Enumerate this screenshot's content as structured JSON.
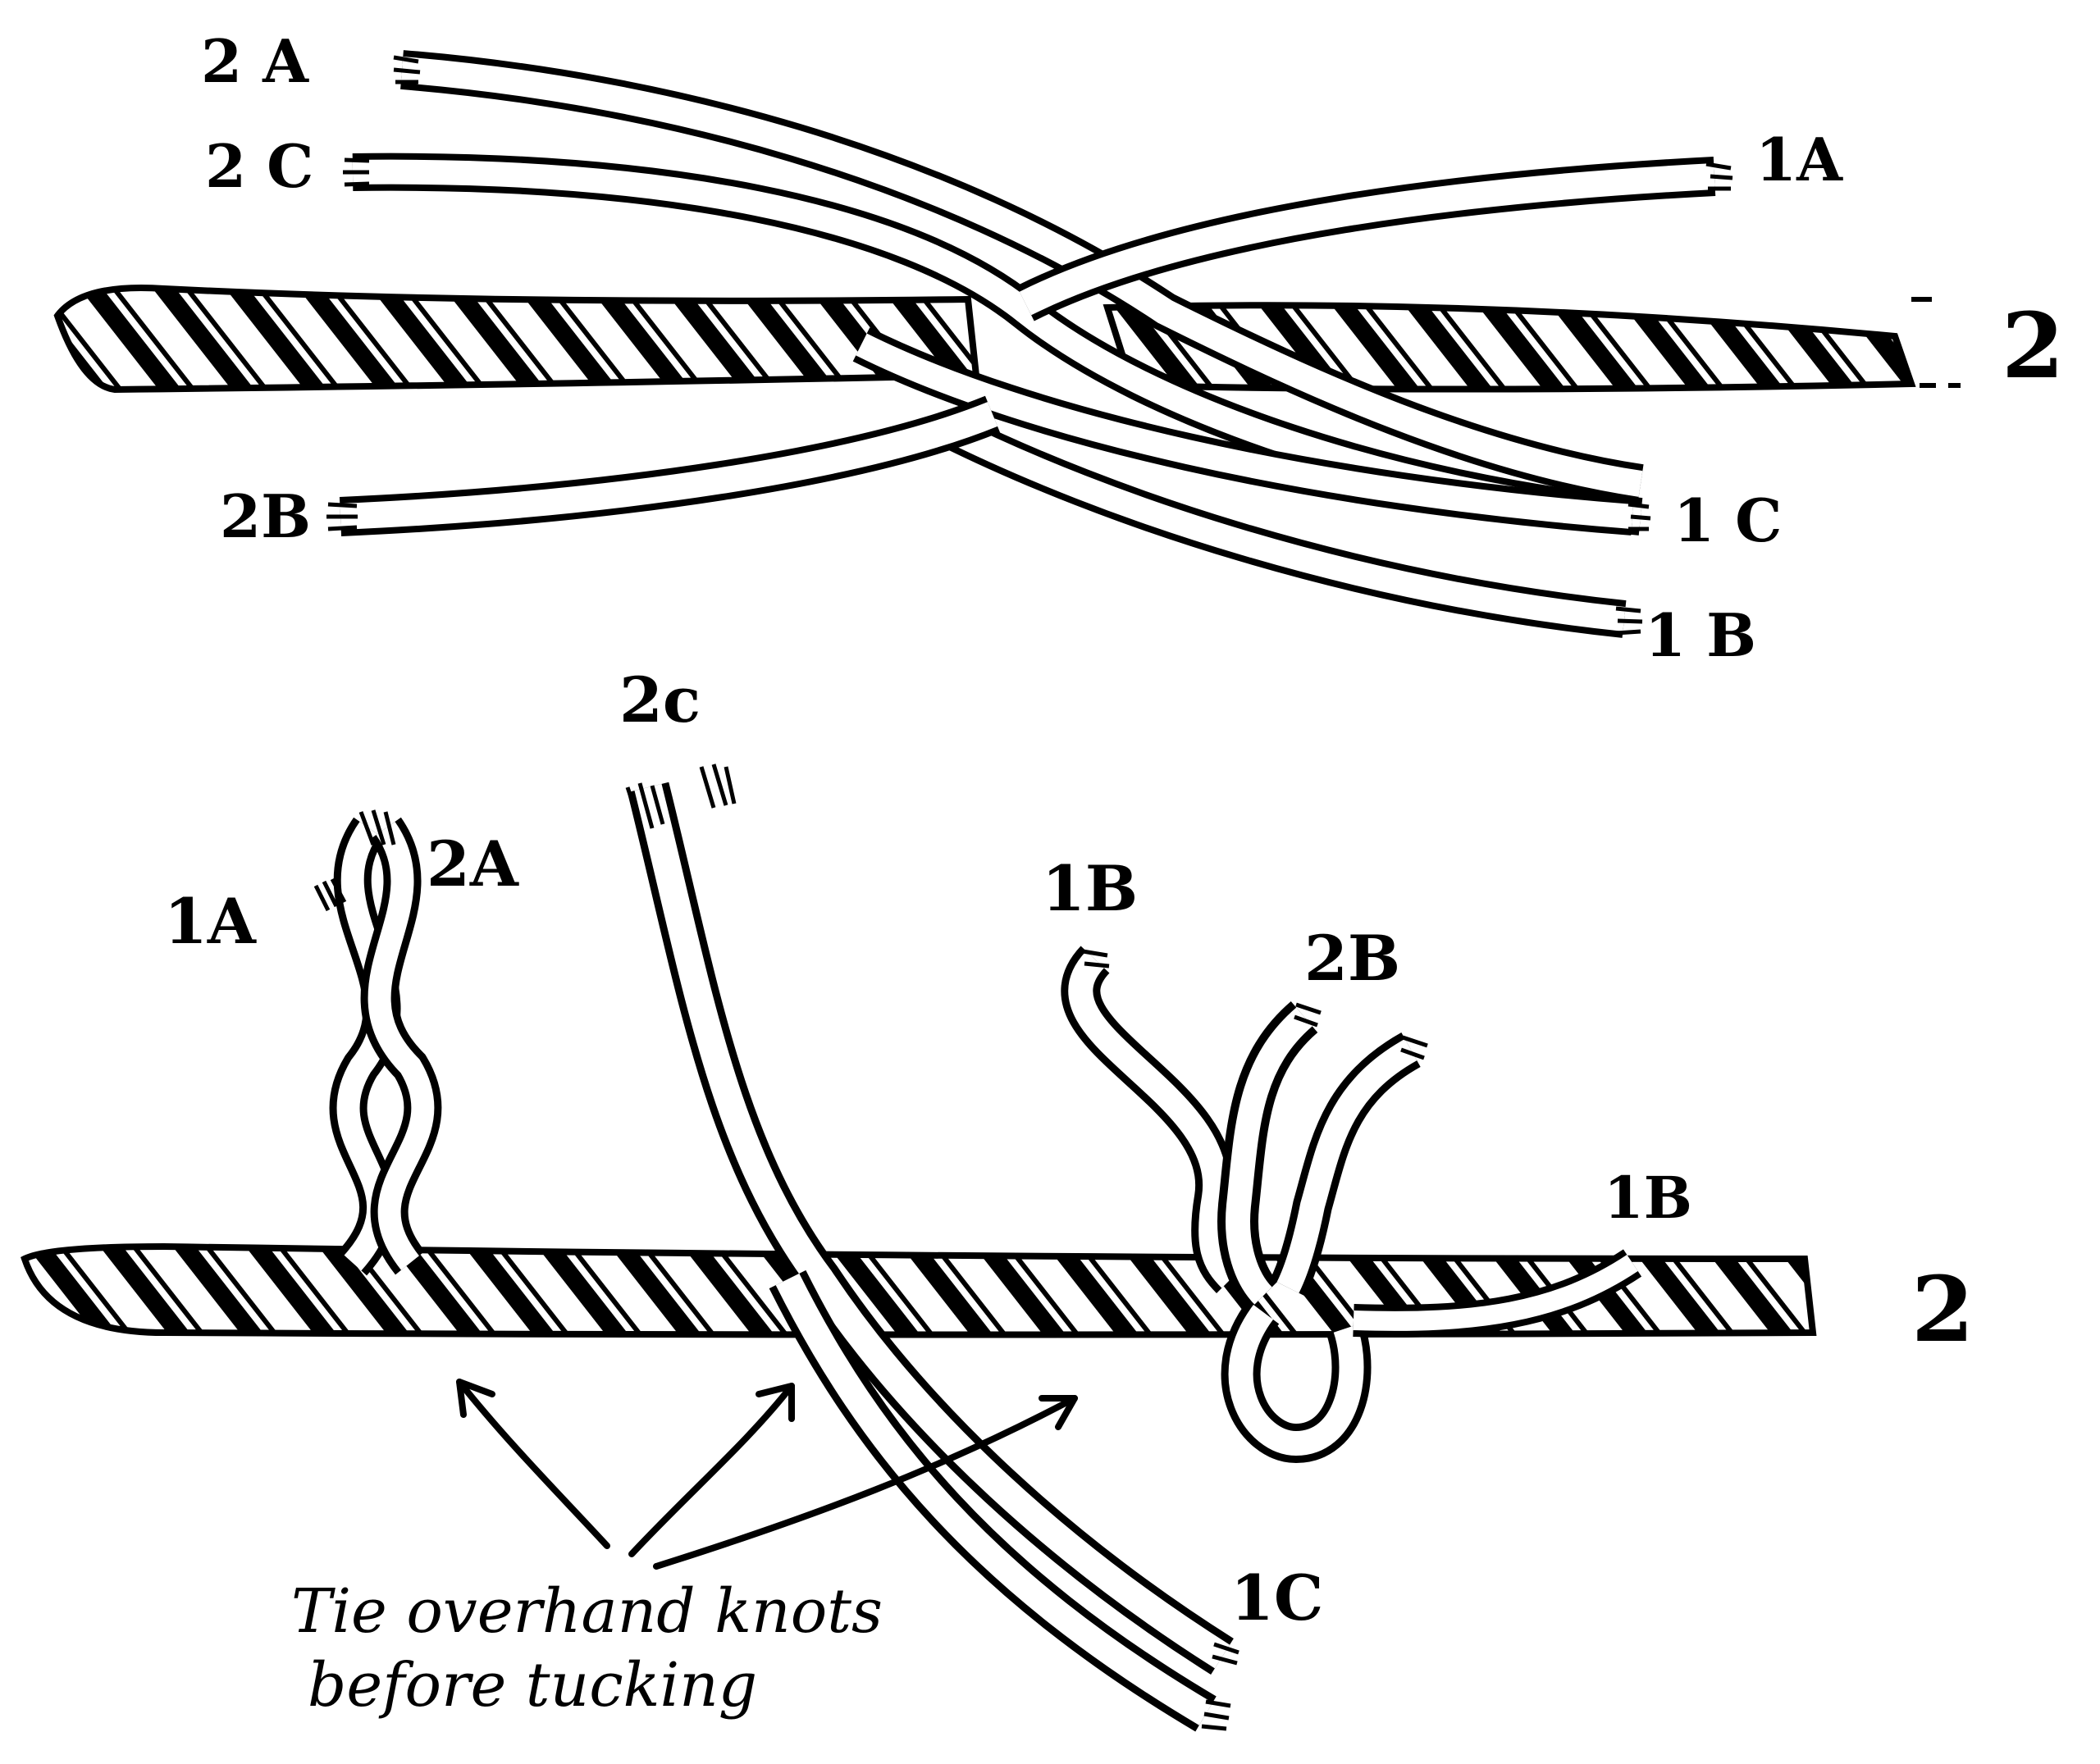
{
  "colors": {
    "ink": "#000000",
    "paper": "#ffffff"
  },
  "figure_top": {
    "labels": {
      "s2A": "2 A",
      "s2C": "2 C",
      "s1A": "1A",
      "s2B": "2B",
      "s1C": "1 C",
      "s1B": "1 B",
      "rope": "2"
    }
  },
  "figure_bottom": {
    "labels": {
      "s2c": "2c",
      "s1A": "1A",
      "s2A": "2A",
      "s1B_left": "1B",
      "s2B": "2B",
      "s1B_right": "1B",
      "s1C": "1C",
      "rope": "2"
    },
    "caption": {
      "line1": "Tie overhand knots",
      "line2": "before tucking"
    }
  }
}
